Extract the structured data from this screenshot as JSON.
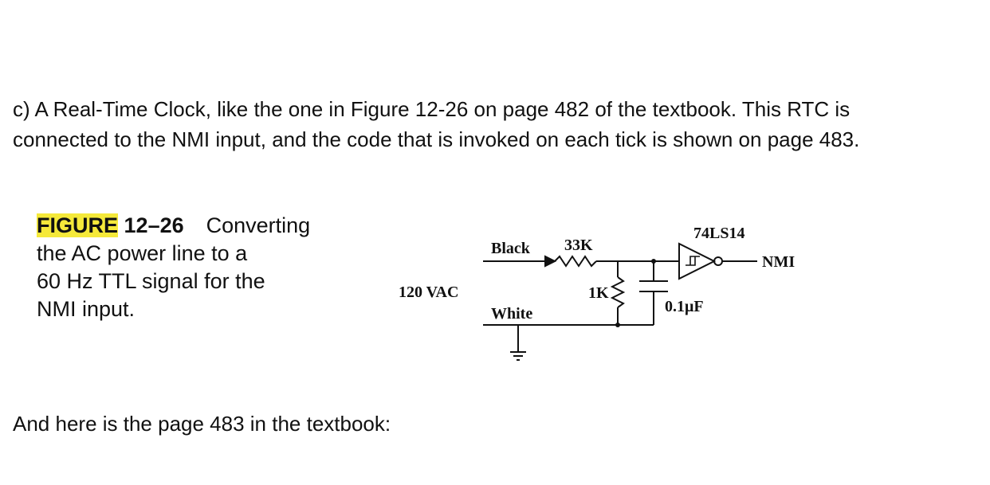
{
  "intro": {
    "line1": "c) A Real-Time Clock, like the one in Figure 12-26 on page 482 of the textbook. This RTC is",
    "line2": "connected to the NMI input, and the code that is invoked on each tick is shown on page 483."
  },
  "figure": {
    "label": "FIGURE",
    "number": "12–26",
    "caption_l1": "Converting",
    "caption_l2": "the AC power line to a",
    "caption_l3": "60 Hz TTL signal for the",
    "caption_l4": "NMI input."
  },
  "circuit": {
    "source": "120 VAC",
    "wire_top": "Black",
    "wire_bottom": "White",
    "resistor_top": "33K",
    "resistor_shunt": "1K",
    "capacitor": "0.1μF",
    "gate": "74LS14",
    "output": "NMI"
  },
  "outro": {
    "text": "And here is the page 483 in the textbook:"
  }
}
